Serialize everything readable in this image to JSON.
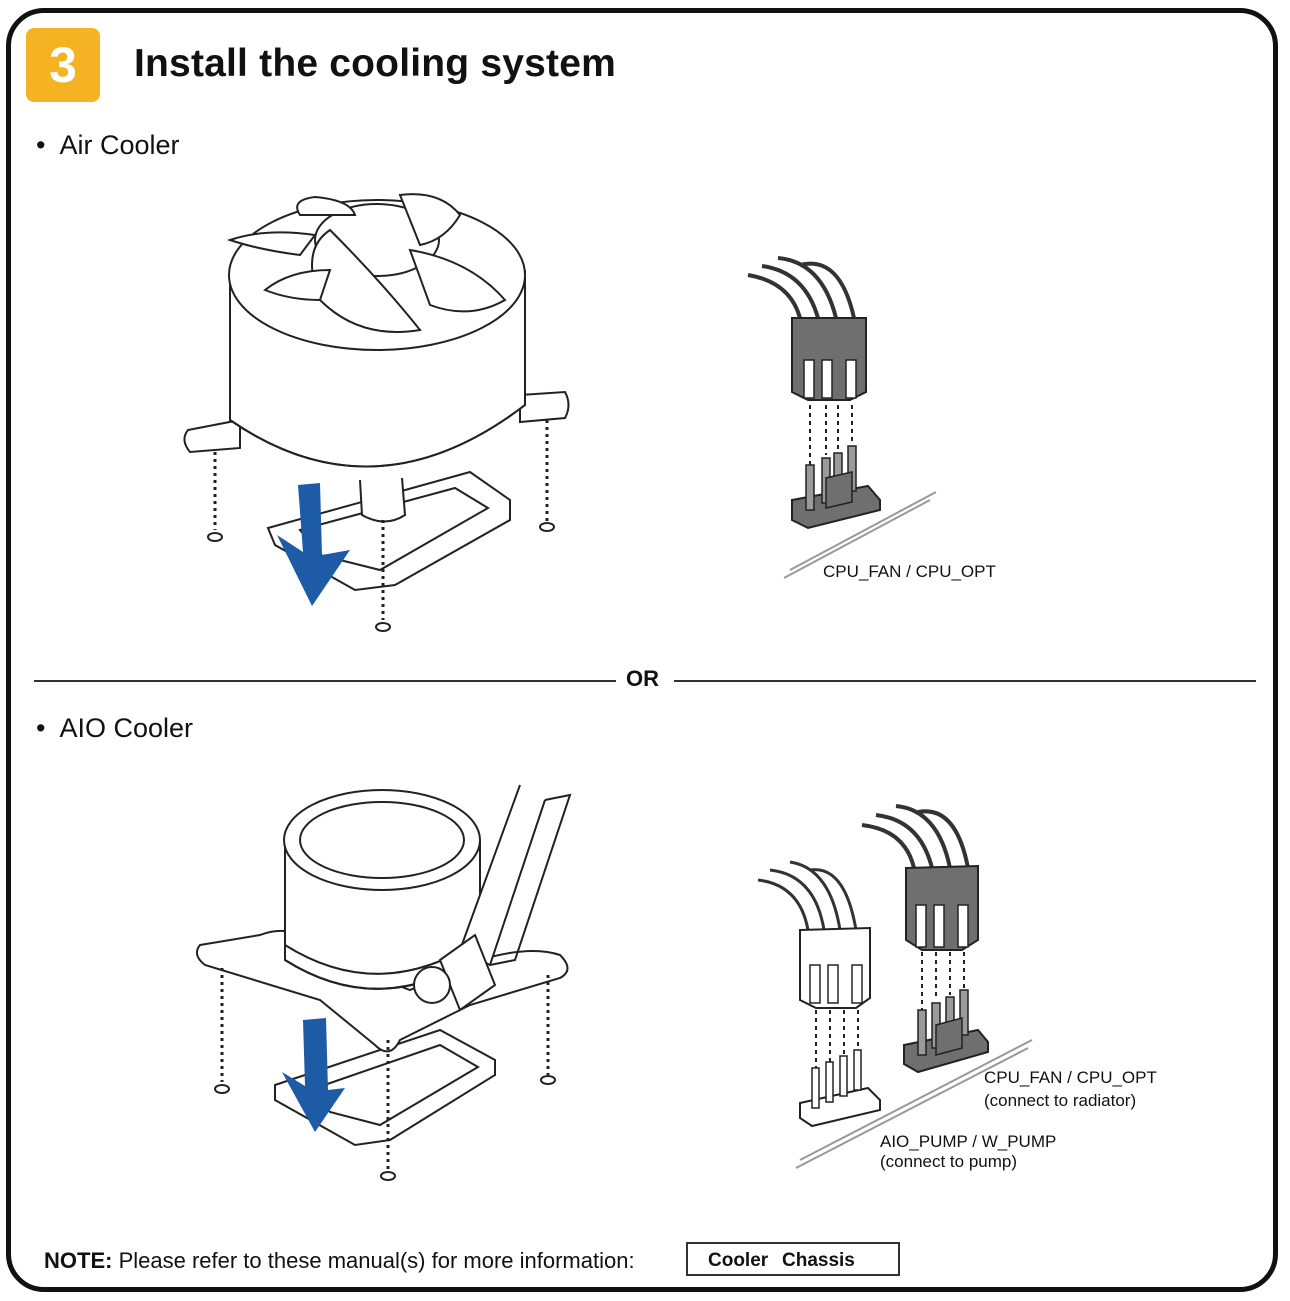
{
  "step": {
    "number": "3",
    "title": "Install the cooling system"
  },
  "sections": {
    "air": {
      "bullet": "•",
      "label": "Air Cooler",
      "connector_label": "CPU_FAN / CPU_OPT"
    },
    "aio": {
      "bullet": "•",
      "label": "AIO Cooler",
      "fan_label": "CPU_FAN / CPU_OPT",
      "fan_note": "(connect to radiator)",
      "pump_label": "AIO_PUMP / W_PUMP",
      "pump_note": "(connect to pump)"
    }
  },
  "divider": {
    "text": "OR"
  },
  "note": {
    "prefix": "NOTE:",
    "text": "Please refer to these manual(s) for more information:",
    "links": [
      "Cooler",
      "Chassis"
    ]
  },
  "colors": {
    "badge": "#f5b324",
    "arrow": "#1d5ba6",
    "connector": "#6f6f6f"
  },
  "icons": [
    "arrow-down-icon"
  ]
}
